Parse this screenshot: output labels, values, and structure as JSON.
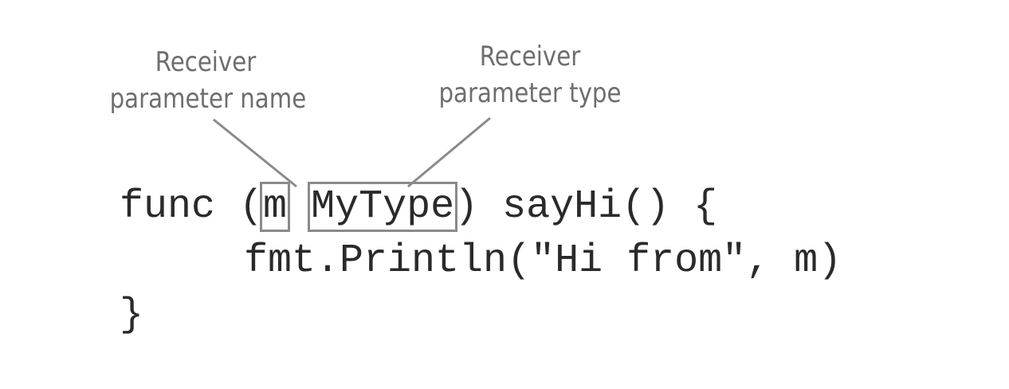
{
  "annotations": {
    "receiver_name": {
      "line1": "Receiver",
      "line2": "parameter name"
    },
    "receiver_type": {
      "line1": "Receiver",
      "line2": "parameter type"
    }
  },
  "code": {
    "line1": {
      "before": "func (",
      "param_name": "m",
      "between": " ",
      "param_type": "MyType",
      "after": ") sayHi() {"
    },
    "line2": "fmt.Println(\"Hi from\", m)",
    "line3": "}"
  },
  "colors": {
    "text": "#2a2a2a",
    "annotation": "#6e6e6e",
    "box": "#8a8a8a"
  }
}
